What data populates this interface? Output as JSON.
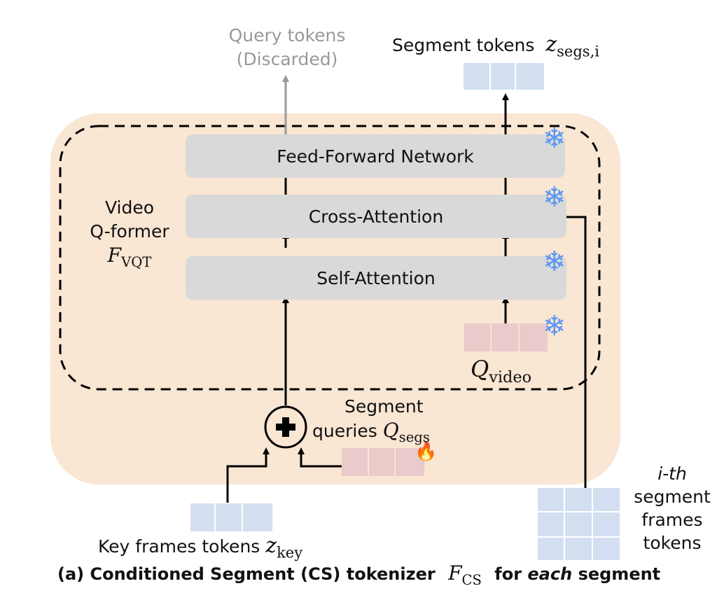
{
  "figure": {
    "caption_prefix": "(a) Conditioned Segment (CS) tokenizer",
    "caption_symbol": "F",
    "caption_symbol_sub": "CS",
    "caption_for": "for",
    "caption_each": "each",
    "caption_segment": "segment"
  },
  "top": {
    "query_tokens_line1": "Query tokens",
    "query_tokens_line2": "(Discarded)",
    "segment_tokens_label": "Segment tokens",
    "segment_tokens_symbol": "z",
    "segment_tokens_sub": "segs,i"
  },
  "qformer": {
    "name_line1": "Video",
    "name_line2": "Q-former",
    "symbol": "F",
    "symbol_sub": "VQT",
    "blocks": [
      {
        "label": "Feed-Forward Network",
        "frozen": true
      },
      {
        "label": "Cross-Attention",
        "frozen": true
      },
      {
        "label": "Self-Attention",
        "frozen": true
      }
    ],
    "q_video_symbol": "Q",
    "q_video_sub": "video",
    "q_video_frozen": true
  },
  "segment_queries": {
    "line1": "Segment",
    "line2": "queries",
    "symbol": "Q",
    "symbol_sub": "segs",
    "trainable": true
  },
  "inputs": {
    "key_frames_label": "Key frames tokens",
    "key_frames_symbol": "z",
    "key_frames_sub": "key",
    "ith_label": "i-th",
    "segment_frames_lines": [
      "segment",
      "frames",
      "tokens"
    ]
  },
  "icons": {
    "frozen": "snowflake-icon",
    "trainable": "fire-icon",
    "combine": "circled-plus-icon"
  },
  "colors": {
    "outer_bg": "#f9e6d3",
    "block_bg": "#d9d9d9",
    "token_blue": "#d3dff0",
    "token_pink": "#eacaca",
    "snowflake": "#5b96f5",
    "discarded_text": "#999999"
  }
}
